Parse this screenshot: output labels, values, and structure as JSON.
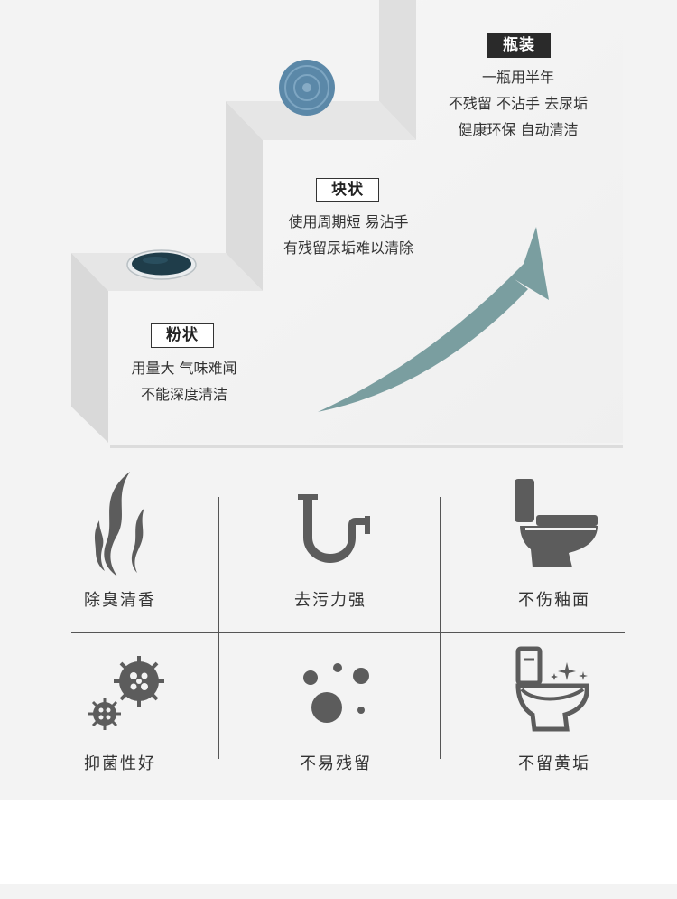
{
  "steps": [
    {
      "label": "粉状",
      "lines": [
        "用量大 气味难闻",
        "不能深度清洁"
      ]
    },
    {
      "label": "块状",
      "lines": [
        "使用周期短 易沾手",
        "有残留尿垢难以清除"
      ]
    },
    {
      "label": "瓶装",
      "lines": [
        "一瓶用半年",
        "不残留 不沾手 去尿垢",
        "健康环保 自动清洁"
      ]
    }
  ],
  "features": [
    {
      "label": "除臭清香",
      "icon": "odor-waves-icon"
    },
    {
      "label": "去污力强",
      "icon": "drain-pipe-icon"
    },
    {
      "label": "不伤釉面",
      "icon": "toilet-icon"
    },
    {
      "label": "抑菌性好",
      "icon": "germ-icon"
    },
    {
      "label": "不易残留",
      "icon": "bubbles-icon"
    },
    {
      "label": "不留黄垢",
      "icon": "clean-toilet-sparkle-icon"
    }
  ],
  "colors": {
    "accent": "#7a9ea0",
    "icon": "#5c5c5c",
    "tablet": "#5b88a8",
    "powder": "#1f3d4a"
  }
}
